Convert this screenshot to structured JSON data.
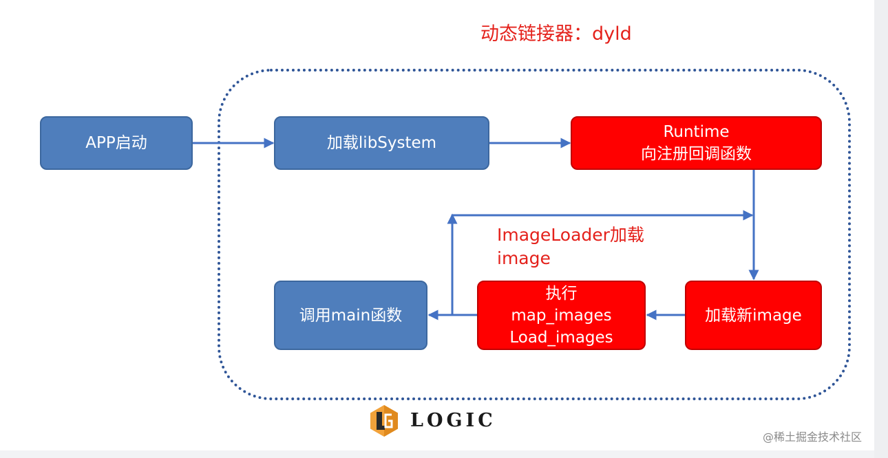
{
  "title": "动态链接器：dyld",
  "nodes": {
    "app_start": {
      "label": "APP启动"
    },
    "load_libsystem": {
      "label": "加载libSystem"
    },
    "runtime_register": {
      "line1": "Runtime",
      "line2": "向注册回调函数"
    },
    "load_new_image": {
      "label": "加载新image"
    },
    "execute_images": {
      "line1": "执行",
      "line2": "map_images",
      "line3": "Load_images"
    },
    "call_main": {
      "label": "调用main函数"
    }
  },
  "loop_label": {
    "line1": "ImageLoader加载",
    "line2": "image"
  },
  "logo": {
    "text": "LOGIC"
  },
  "watermark": "@稀土掘金技术社区",
  "colors": {
    "blue_node": "#4f7ebc",
    "red_node": "#ff0000",
    "arrow": "#4472c4",
    "dotted_border": "#2f5597",
    "title_red": "#e4211b",
    "logo_orange": "#f2a23a"
  },
  "icons": {
    "logo": "logic-hexagon-logo-icon"
  }
}
